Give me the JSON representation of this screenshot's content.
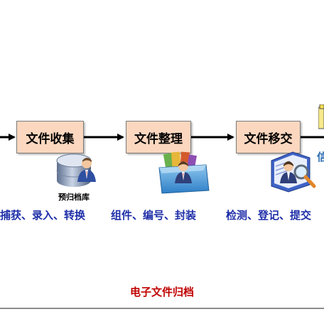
{
  "stages": [
    {
      "label": "文件收集"
    },
    {
      "label": "文件整理"
    },
    {
      "label": "文件移交"
    }
  ],
  "captions": [
    {
      "text": "捕获、录入、转换"
    },
    {
      "text": "组件、编号、封装"
    },
    {
      "text": "检测、登记、提交"
    },
    {
      "text": "信"
    }
  ],
  "icons": {
    "db_label": "预归档库"
  },
  "footer": {
    "title": "电子文件归档"
  },
  "colors": {
    "box_fill": "#fbd7bf",
    "caption_blue": "#1f2fa8",
    "title_red": "#c00000"
  }
}
